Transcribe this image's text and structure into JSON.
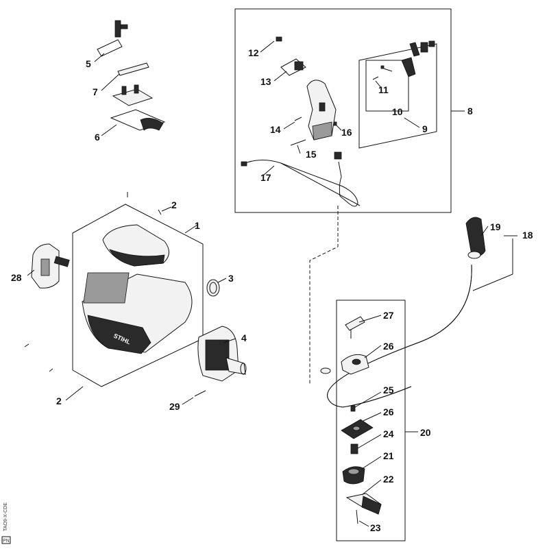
{
  "diagram": {
    "side_code": "TAO9-X-CDE",
    "corner_code": "PN",
    "callouts": {
      "c1": "1",
      "c2a": "2",
      "c2b": "2",
      "c3": "3",
      "c4": "4",
      "c5": "5",
      "c6": "6",
      "c7": "7",
      "c8": "8",
      "c9": "9",
      "c10": "10",
      "c11": "11",
      "c12": "12",
      "c13": "13",
      "c14": "14",
      "c15": "15",
      "c16": "16",
      "c17": "17",
      "c18": "18",
      "c19": "19",
      "c20": "20",
      "c21": "21",
      "c22": "22",
      "c23": "23",
      "c24": "24",
      "c25": "25",
      "c26a": "26",
      "c26b": "26",
      "c27": "27",
      "c28": "28",
      "c29": "29"
    },
    "brand_mark": "STIHL"
  }
}
